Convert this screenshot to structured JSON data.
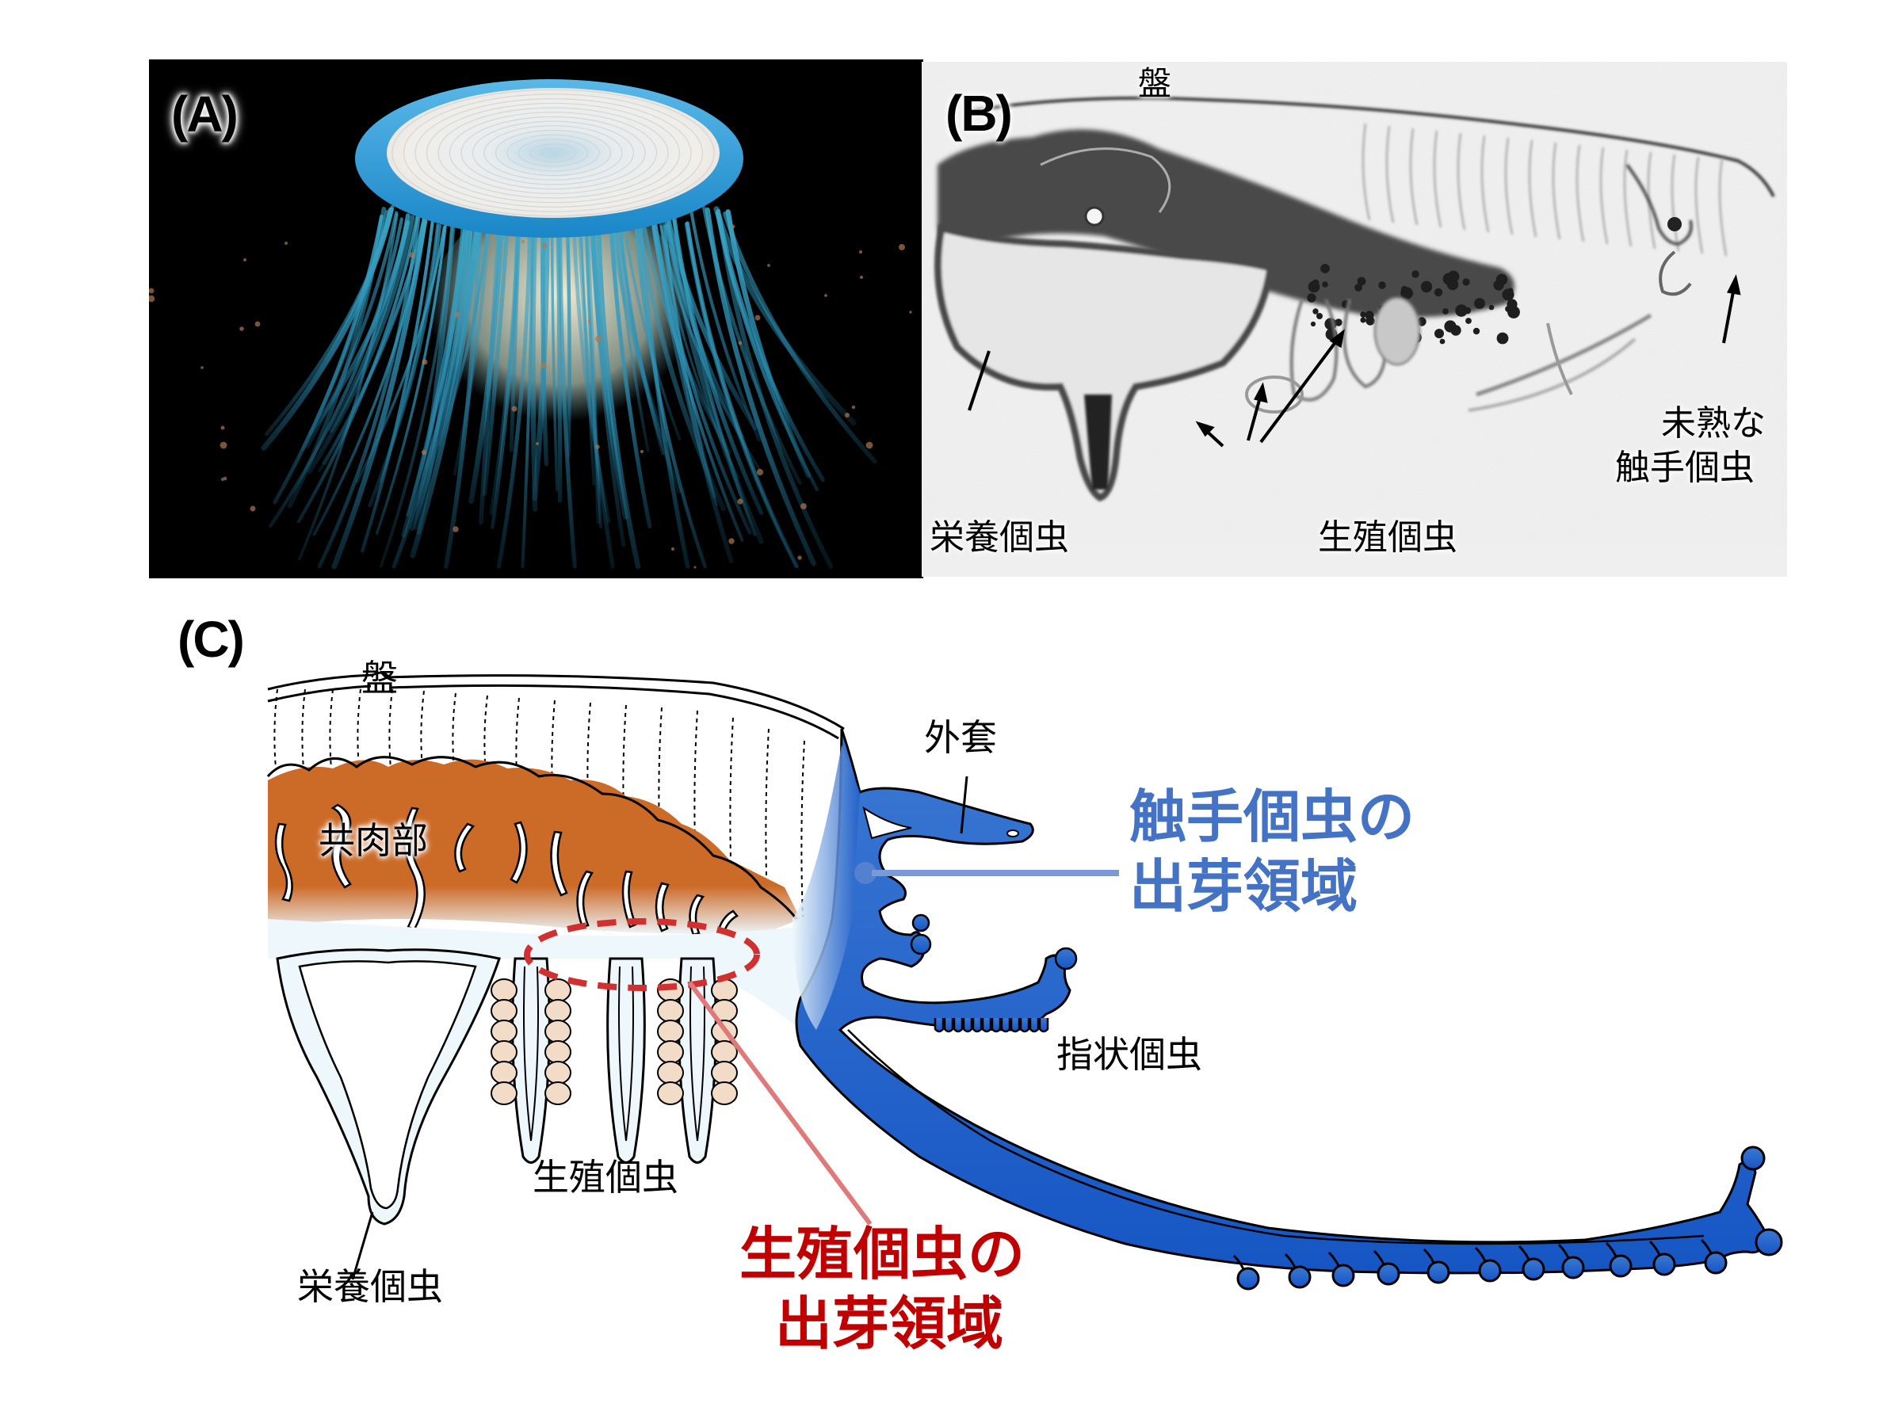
{
  "panels": {
    "a": {
      "label": "(A)",
      "description": "jellyfish photograph"
    },
    "b": {
      "label": "(B)",
      "labels": {
        "disc": "盤",
        "gastrozooid": "栄養個虫",
        "gonozooid": "生殖個虫",
        "immature_tentacle_line1": "未熟な",
        "immature_tentacle_line2": "触手個虫"
      }
    },
    "c": {
      "label": "(C)",
      "labels": {
        "disc": "盤",
        "mantle": "外套",
        "coenosarc": "共肉部",
        "dactylozooid": "指状個虫",
        "gonozooid": "生殖個虫",
        "gastrozooid": "栄養個虫"
      },
      "callouts": {
        "tentacle_budding": {
          "line1": "触手個虫の",
          "line2": "出芽領域",
          "color": "#4472c4"
        },
        "gonozooid_budding": {
          "line1": "生殖個虫の",
          "line2": "出芽領域",
          "color": "#c00000"
        }
      },
      "colors": {
        "coenosarc": "#cc6a28",
        "tentacle": "#2f6fd0",
        "body_fill": "#eef8fc",
        "gonad_fill": "#f2dcc8"
      }
    }
  }
}
